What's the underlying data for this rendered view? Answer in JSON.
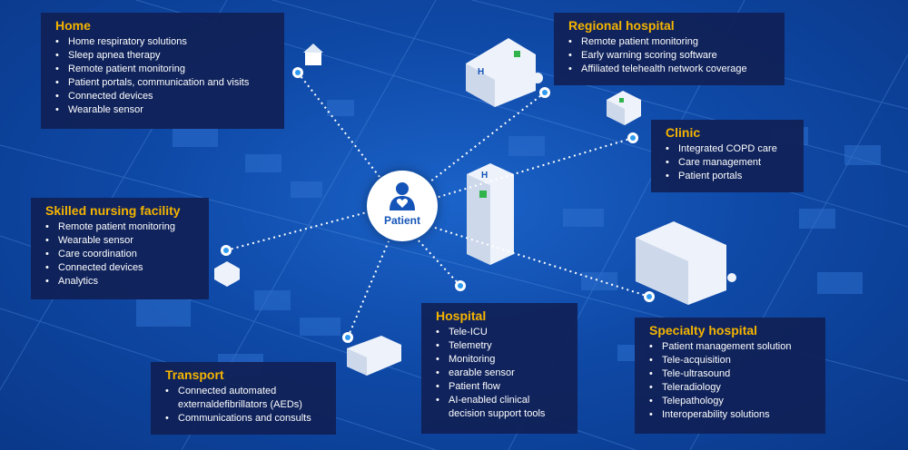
{
  "center": {
    "label": "Patient"
  },
  "colors": {
    "accent": "#f5b400",
    "panel": "#102056",
    "background": "#0f4aa8",
    "link": "#ffffff"
  },
  "panels": {
    "home": {
      "title": "Home",
      "items": [
        "Home respiratory solutions",
        "Sleep apnea therapy",
        "Remote patient monitoring",
        "Patient portals, communication and visits",
        "Connected devices",
        "Wearable sensor"
      ]
    },
    "regional": {
      "title": "Regional hospital",
      "items": [
        "Remote patient monitoring",
        "Early warning scoring software",
        "Affiliated telehealth network coverage"
      ]
    },
    "clinic": {
      "title": "Clinic",
      "items": [
        "Integrated COPD care",
        "Care management",
        "Patient portals"
      ]
    },
    "skilled": {
      "title": "Skilled nursing facility",
      "items": [
        "Remote patient monitoring",
        "Wearable sensor",
        "Care coordination",
        "Connected devices",
        "Analytics"
      ]
    },
    "hospital": {
      "title": "Hospital",
      "items": [
        "Tele-ICU",
        "Telemetry",
        "Monitoring",
        "earable sensor",
        "Patient flow",
        "AI-enabled clinical",
        "decision support tools"
      ]
    },
    "transport": {
      "title": "Transport",
      "items": [
        "Connected automated",
        "externaldefibrillators (AEDs)",
        "Communications and consults"
      ]
    },
    "specialty": {
      "title": "Specialty hospital",
      "items": [
        "Patient management solution",
        "Tele-acquisition",
        "Tele-ultrasound",
        "Teleradiology",
        "Telepathology",
        "Interoperability solutions"
      ]
    }
  }
}
